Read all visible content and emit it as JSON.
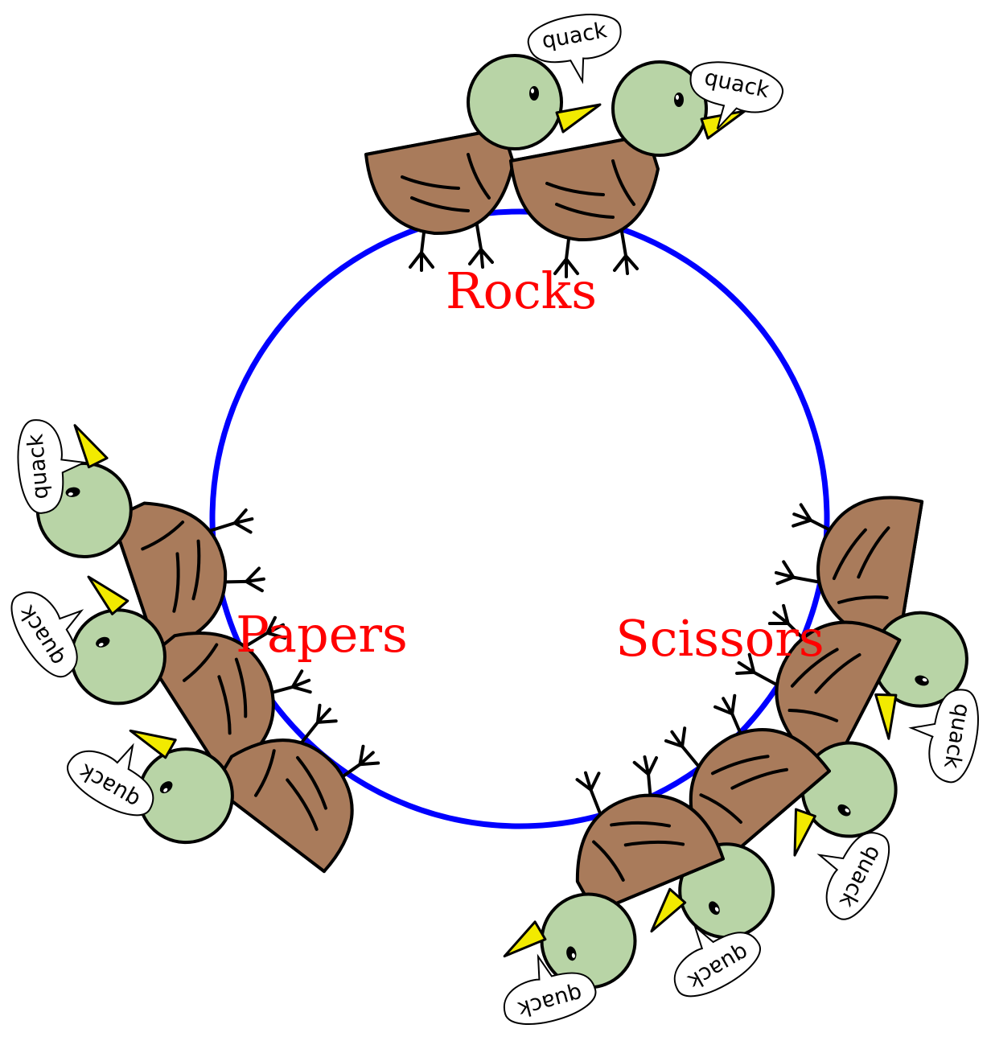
{
  "colors": {
    "circle": "#0000ff",
    "label": "#ff0000",
    "body": "#a97b5b",
    "head": "#b8d4a6",
    "beak": "#f2ea00",
    "outline": "#000000",
    "bubble": "#ffffff"
  },
  "labels": {
    "rocks": "Rocks",
    "papers": "Papers",
    "scissors": "Scissors"
  },
  "quack_text": "quack",
  "groups": [
    {
      "name": "rocks",
      "count": 2,
      "orientation": "upright",
      "icon": "duck"
    },
    {
      "name": "papers",
      "count": 3,
      "orientation": "rotated-left",
      "icon": "duck"
    },
    {
      "name": "scissors",
      "count": 4,
      "orientation": "upside-down",
      "icon": "duck"
    }
  ]
}
